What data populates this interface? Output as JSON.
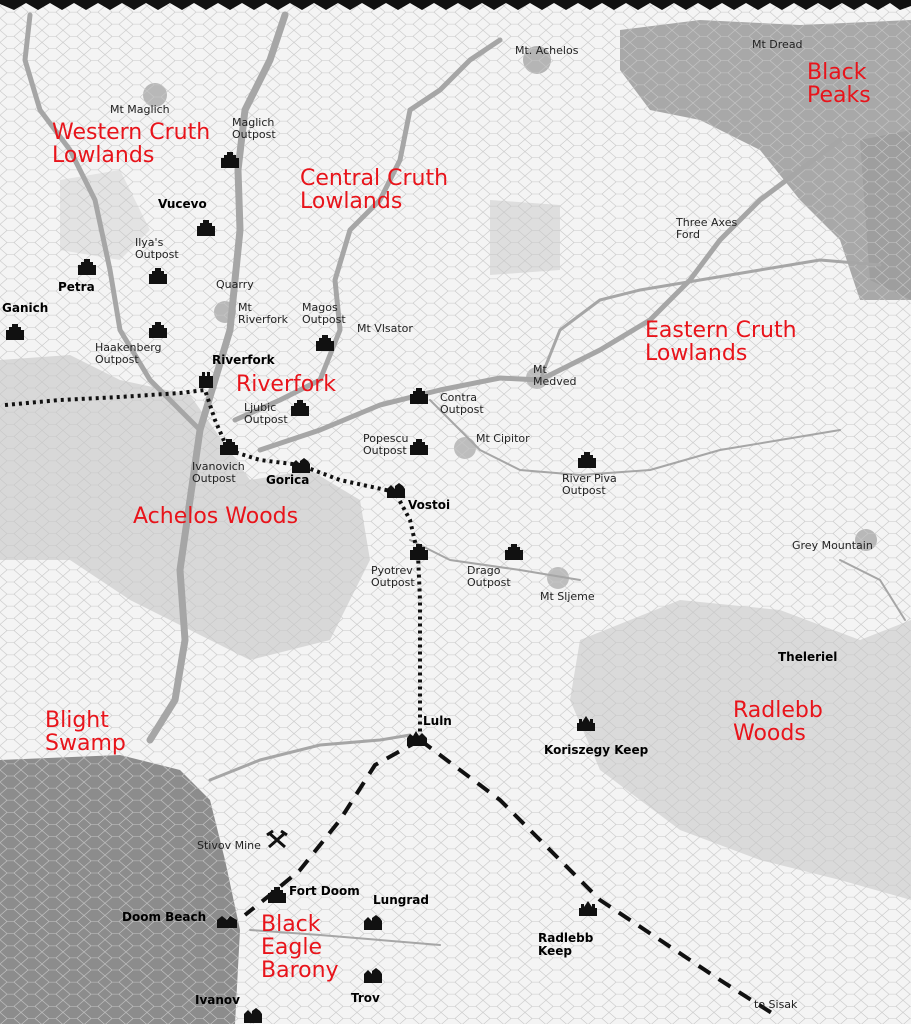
{
  "regions": {
    "western_cruth": [
      "Western Cruth",
      "Lowlands"
    ],
    "central_cruth": [
      "Central Cruth",
      "Lowlands"
    ],
    "black_peaks": [
      "Black",
      "Peaks"
    ],
    "eastern_cruth": [
      "Eastern Cruth",
      "Lowlands"
    ],
    "riverfork": "Riverfork",
    "achelos_woods": "Achelos Woods",
    "radlebb_woods": [
      "Radlebb",
      "Woods"
    ],
    "blight_swamp": [
      "Blight",
      "Swamp"
    ],
    "black_eagle": [
      "Black",
      "Eagle",
      "Barony"
    ]
  },
  "towns": {
    "vucevo": "Vucevo",
    "petra": "Petra",
    "ganich": "Ganich",
    "riverfork": "Riverfork",
    "gorica": "Gorica",
    "vostoi": "Vostoi",
    "luln": "Luln",
    "koriszegy": "Koriszegy Keep",
    "fort_doom": "Fort Doom",
    "lungrad": "Lungrad",
    "doom_beach": "Doom Beach",
    "radlebb_keep": [
      "Radlebb",
      "Keep"
    ],
    "ivanov": "Ivanov",
    "trov": "Trov",
    "theleriel": "Theleriel"
  },
  "sites": {
    "mt_achelos": "Mt. Achelos",
    "mt_dread": "Mt Dread",
    "mt_maglich": "Mt Maglich",
    "maglich_outpost": [
      "Maglich",
      "Outpost"
    ],
    "ilyas_outpost": [
      "Ilya's",
      "Outpost"
    ],
    "quarry": "Quarry",
    "mt_riverfork": [
      "Mt",
      "Riverfork"
    ],
    "magos_outpost": [
      "Magos",
      "Outpost"
    ],
    "mt_vlsator": "Mt Vlsator",
    "haakenberg_outpost": [
      "Haakenberg",
      "Outpost"
    ],
    "three_axes_ford": [
      "Three Axes",
      "Ford"
    ],
    "mt_medved": [
      "Mt",
      "Medved"
    ],
    "ljubic_outpost": [
      "Ljubic",
      "Outpost"
    ],
    "contra_outpost": [
      "Contra",
      "Outpost"
    ],
    "popescu_outpost": [
      "Popescu",
      "Outpost"
    ],
    "mt_cipitor": "Mt Cipitor",
    "ivanovich_outpost": [
      "Ivanovich",
      "Outpost"
    ],
    "river_piva_outpost": [
      "River Piva",
      "Outpost"
    ],
    "grey_mountain": "Grey Mountain",
    "pyotrev_outpost": [
      "Pyotrev",
      "Outpost"
    ],
    "drago_outpost": [
      "Drago",
      "Outpost"
    ],
    "mt_sljeme": "Mt Sljeme",
    "stivov_mine": "Stivov Mine",
    "to_sisak": "to Sisak"
  },
  "colors": {
    "region_label": "#e8141b",
    "swamp": "#8c8c8c",
    "forest": "#d7d7d7",
    "mountains": "#a9a9a9",
    "river": "#a6a6a6",
    "road": "#111111"
  }
}
